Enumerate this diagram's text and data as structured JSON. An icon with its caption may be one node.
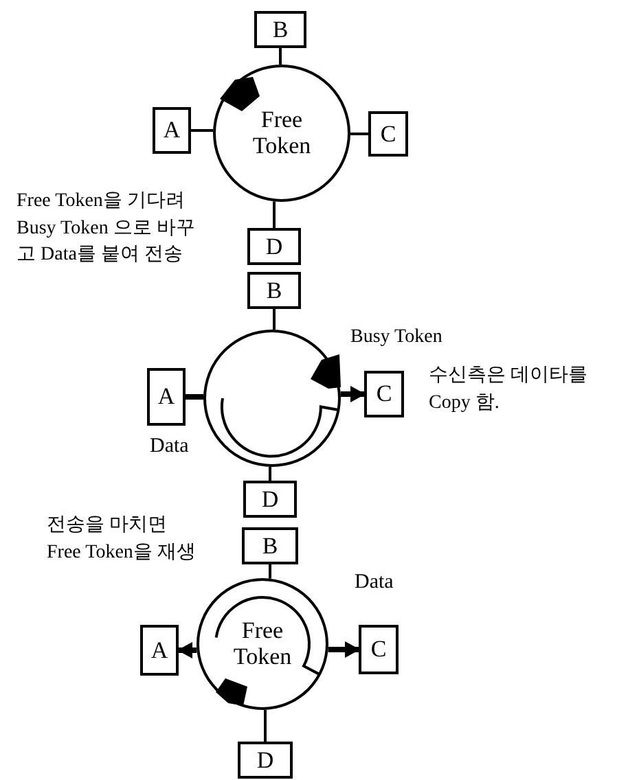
{
  "diagram": {
    "nodes": [
      {
        "text": [
          "B"
        ]
      },
      {
        "text": [
          "A"
        ]
      },
      {
        "text": [
          "Free Token"
        ]
      },
      {
        "text": [
          "C"
        ]
      },
      {
        "text": [
          "D"
        ]
      },
      {
        "text": [
          "B"
        ]
      },
      {
        "text": [
          "A"
        ]
      },
      {
        "text": [],
        "shape": "circle"
      },
      {
        "text": [
          "C"
        ]
      },
      {
        "text": [
          "D"
        ]
      },
      {
        "text": [
          "B"
        ]
      },
      {
        "text": [
          "A"
        ]
      },
      {
        "text": [
          "Free Token"
        ]
      },
      {
        "text": [
          "C"
        ]
      },
      {
        "text": [
          "D"
        ]
      }
    ],
    "edges": [
      {
        "from": 0,
        "to": 2,
        "arrow": "none"
      },
      {
        "from": 1,
        "to": 2,
        "arrow": "none"
      },
      {
        "from": 2,
        "to": 3,
        "arrow": "none"
      },
      {
        "from": 2,
        "to": 4,
        "arrow": "none"
      },
      {
        "from": 5,
        "to": 7,
        "arrow": "none"
      },
      {
        "from": 7,
        "to": 9,
        "arrow": "none"
      },
      {
        "from": 6,
        "to": 7,
        "arrow": "none",
        "label": "Data",
        "style": "thick"
      },
      {
        "from": 7,
        "to": 8,
        "arrow": "to",
        "style": "thick"
      },
      {
        "from": 10,
        "to": 12,
        "arrow": "none"
      },
      {
        "from": 12,
        "to": 14,
        "arrow": "none"
      },
      {
        "from": 12,
        "to": 11,
        "arrow": "to",
        "style": "thick"
      },
      {
        "from": 12,
        "to": 13,
        "arrow": "to",
        "label": "Data",
        "style": "thick"
      }
    ],
    "labels": [
      "Free Token을 기다려 Busy Token 으로 바꾸고 Data를 붙여 전송",
      "Busy Token",
      "수신측은 데이타를 Copy 함.",
      "전송을 마치면 Free Token을 재생"
    ]
  }
}
